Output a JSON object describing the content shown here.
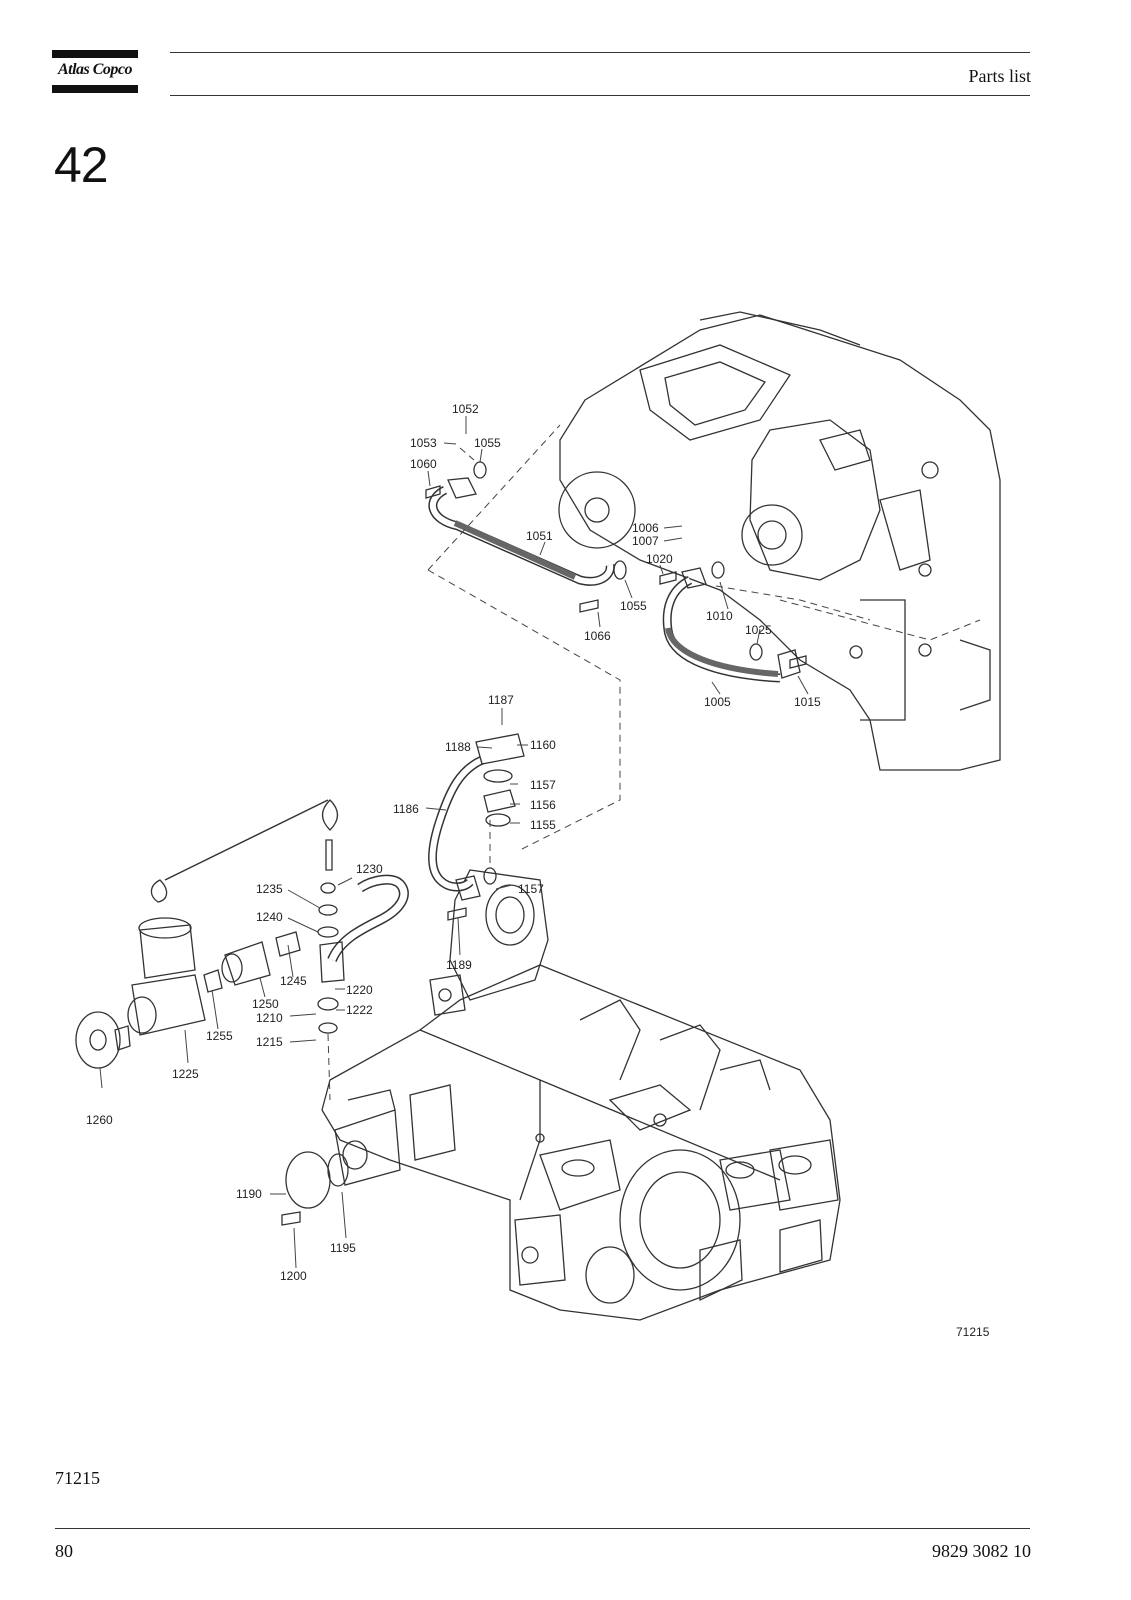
{
  "header": {
    "brand": "Atlas Copco",
    "title": "Parts list"
  },
  "section_number": "42",
  "drawing": {
    "drawing_id": "71215",
    "callouts": [
      "1052",
      "1053",
      "1055",
      "1060",
      "1051",
      "1006",
      "1007",
      "1020",
      "1055",
      "1066",
      "1010",
      "1025",
      "1005",
      "1015",
      "1187",
      "1188",
      "1160",
      "1157",
      "1156",
      "1186",
      "1155",
      "1230",
      "1235",
      "1157",
      "1240",
      "1189",
      "1245",
      "1220",
      "1250",
      "1222",
      "1210",
      "1255",
      "1215",
      "1225",
      "1260",
      "1190",
      "1195",
      "1200"
    ]
  },
  "footer": {
    "figure_ref": "71215",
    "page_number": "80",
    "doc_number": "9829 3082 10"
  }
}
